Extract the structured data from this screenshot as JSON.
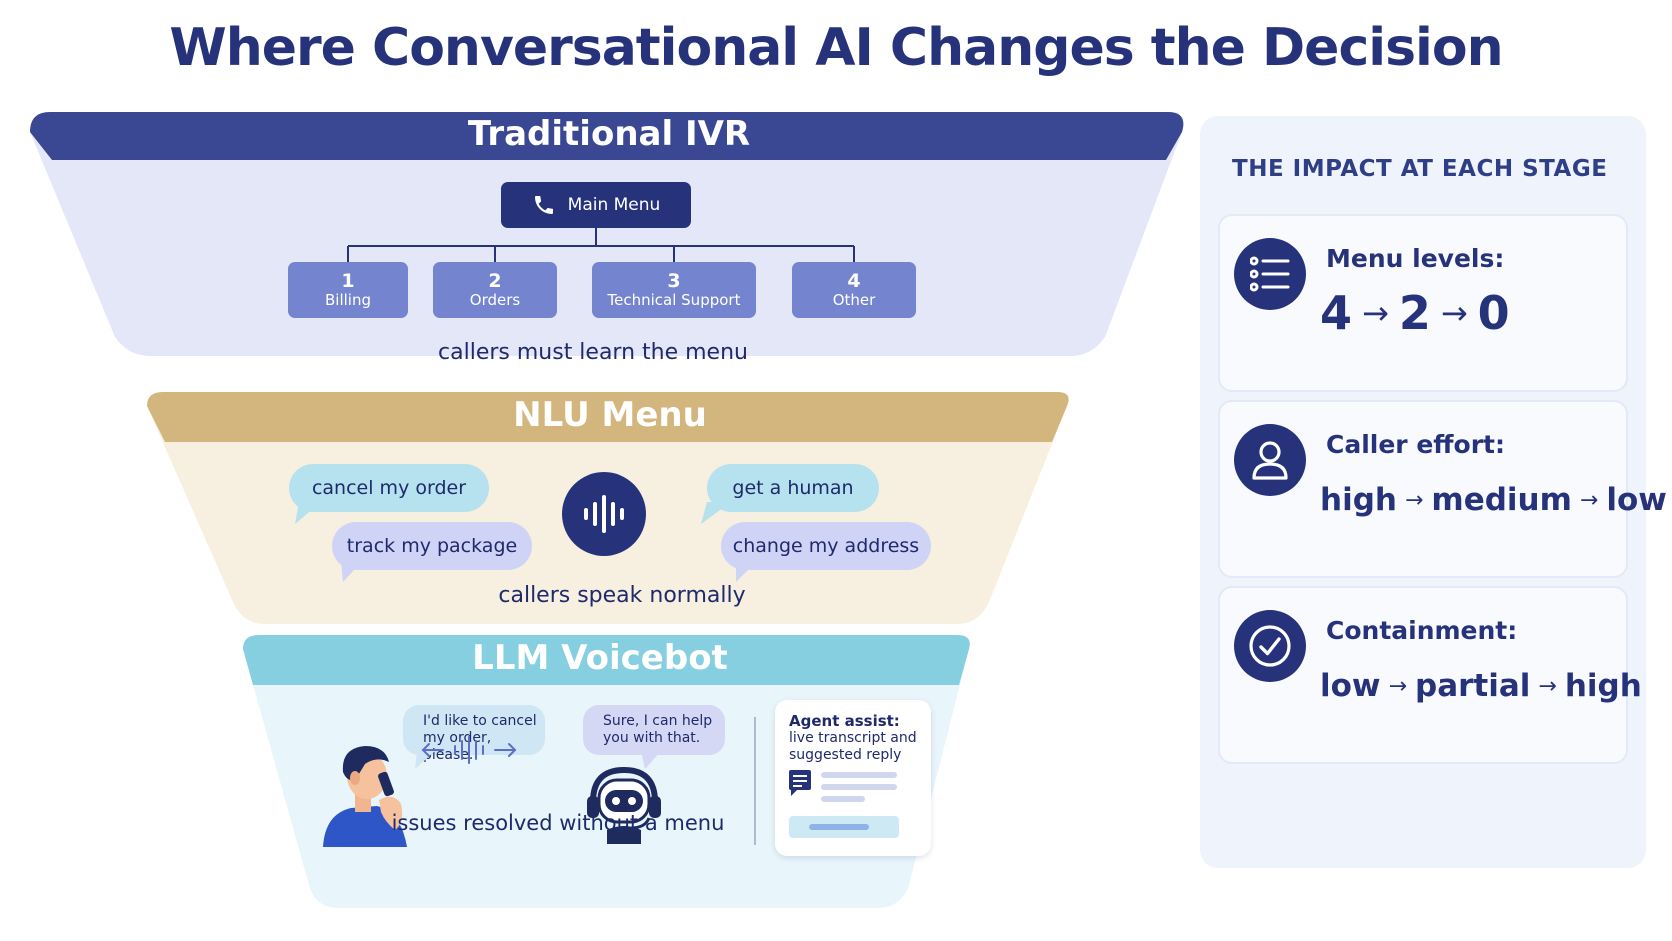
{
  "title": "Where Conversational AI Changes the Decision",
  "stages": {
    "ivr": {
      "title": "Traditional IVR",
      "main_menu": "Main Menu",
      "options": [
        {
          "number": "1",
          "label": "Billing"
        },
        {
          "number": "2",
          "label": "Orders"
        },
        {
          "number": "3",
          "label": "Technical Support"
        },
        {
          "number": "4",
          "label": "Other"
        }
      ],
      "caption": "callers must learn the menu",
      "colors": {
        "band": "#3a4893",
        "body": "#e4e7f8",
        "option": "#7484cf"
      }
    },
    "nlu": {
      "title": "NLU Menu",
      "utterances": [
        "cancel my order",
        "track my package",
        "get a human",
        "change my address"
      ],
      "caption": "callers speak normally",
      "colors": {
        "band": "#d3b67d",
        "body": "#f7efdf"
      }
    },
    "llm": {
      "title": "LLM Voicebot",
      "caller_message": "I'd like to cancel my order, please.",
      "bot_message": "Sure, I can help you with that.",
      "agent_assist_title": "Agent assist:",
      "agent_assist_desc": "live transcript and suggested reply",
      "caption": "issues resolved without a menu",
      "colors": {
        "band": "#86cfe0",
        "body": "#e8f5fb"
      }
    }
  },
  "panel": {
    "heading": "THE IMPACT AT EACH STAGE",
    "cards": [
      {
        "icon": "list-icon",
        "label": "Menu levels:",
        "values": [
          "4",
          "2",
          "0"
        ]
      },
      {
        "icon": "user-icon",
        "label": "Caller effort:",
        "values": [
          "high",
          "medium",
          "low"
        ]
      },
      {
        "icon": "check-circle-icon",
        "label": "Containment:",
        "values": [
          "low",
          "partial",
          "high"
        ]
      }
    ],
    "arrow": "→"
  }
}
